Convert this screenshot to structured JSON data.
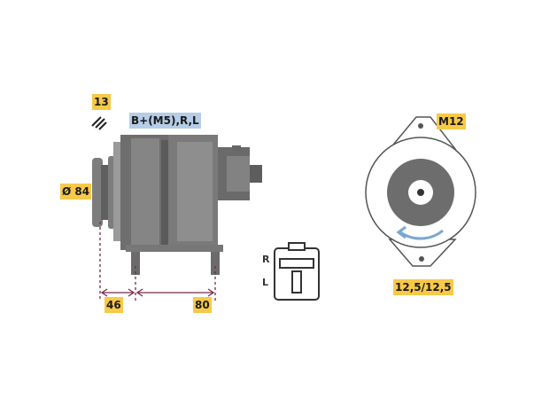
{
  "labels": {
    "part_code": "13",
    "connection": "B+(M5),R,L",
    "diameter": "Ø 84",
    "dim_left": "46",
    "dim_right": "80",
    "mount_thread": "M12",
    "bore": "12,5/12,5"
  },
  "terminals": {
    "r": "R",
    "l": "L"
  },
  "colors": {
    "body_dark": "#6b6b6b",
    "body_mid": "#8a8a8a",
    "body_light": "#bdbdbd",
    "dim_line": "#7a2a4a",
    "label_yellow": "#f7c948",
    "label_blue": "#b5cde6"
  },
  "icons": {
    "part_code_marker": "hatch-icon",
    "rotation": "rotation-arrow-icon"
  }
}
